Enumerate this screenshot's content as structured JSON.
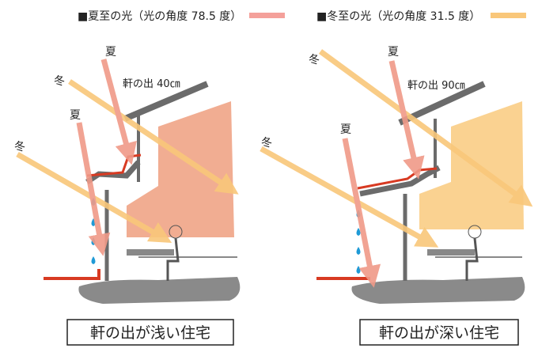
{
  "legend": {
    "summer": {
      "label": "■夏至の光（光の角度 78.5 度）",
      "color": "#f4a09a"
    },
    "winter": {
      "label": "■冬至の光（光の角度 31.5 度）",
      "color": "#f9c77a"
    }
  },
  "labels": {
    "summer": "夏",
    "winter": "冬"
  },
  "left": {
    "eave": "軒の出 40㎝",
    "caption": "軒の出が浅い住宅",
    "shade_color": "#f0a486"
  },
  "right": {
    "eave": "軒の出 90㎝",
    "caption": "軒の出が深い住宅",
    "shade_color": "#f9cd85"
  },
  "colors": {
    "rain": "#1e9ad6",
    "heat": "#d83a22",
    "ground": "#8a8a8a",
    "structure": "#6b6b6b"
  }
}
